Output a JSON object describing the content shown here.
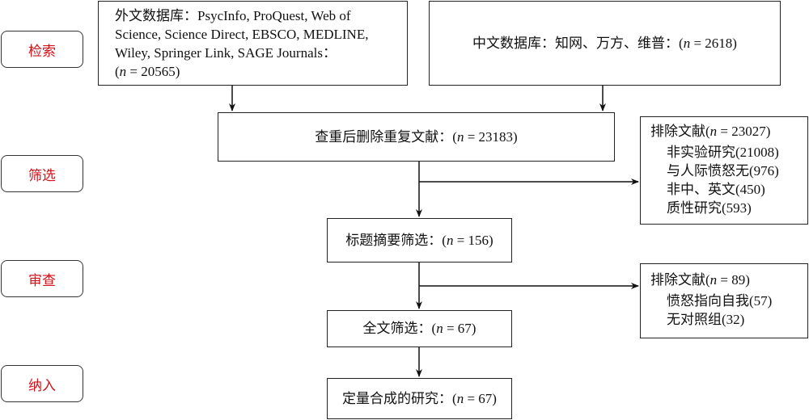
{
  "stages": [
    {
      "label": "检索"
    },
    {
      "label": "筛选"
    },
    {
      "label": "审查"
    },
    {
      "label": "纳入"
    }
  ],
  "boxes": {
    "foreign_db": {
      "lines": [
        "外文数据库：PsycInfo, ProQuest, Web of",
        "Science, Science Direct, EBSCO, MEDLINE,",
        "Wiley, Springer Link, SAGE Journals："
      ],
      "n_prefix": "(",
      "n_var": "n",
      "n_value": " = 20565)"
    },
    "chinese_db": {
      "text": "中文数据库：知网、万方、维普：(",
      "n_var": "n",
      "n_value": " = 2618)"
    },
    "dedup": {
      "text": "查重后删除重复文献：(",
      "n_var": "n",
      "n_value": " = 23183)"
    },
    "title_abstract": {
      "text": "标题摘要筛选：(",
      "n_var": "n",
      "n_value": " = 156)"
    },
    "fulltext": {
      "text": "全文筛选：(",
      "n_var": "n",
      "n_value": " = 67)"
    },
    "included": {
      "text": "定量合成的研究：(",
      "n_var": "n",
      "n_value": " = 67)"
    },
    "excluded_1": {
      "title": "排除文献(",
      "n_var": "n",
      "n_value": " = 23027)",
      "items": [
        "非实验研究(21008)",
        "与人际愤怒无(976)",
        "非中、英文(450)",
        "质性研究(593)"
      ]
    },
    "excluded_2": {
      "title": "排除文献(",
      "n_var": "n",
      "n_value": " = 89)",
      "items": [
        "愤怒指向自我(57)",
        "无对照组(32)"
      ]
    }
  }
}
